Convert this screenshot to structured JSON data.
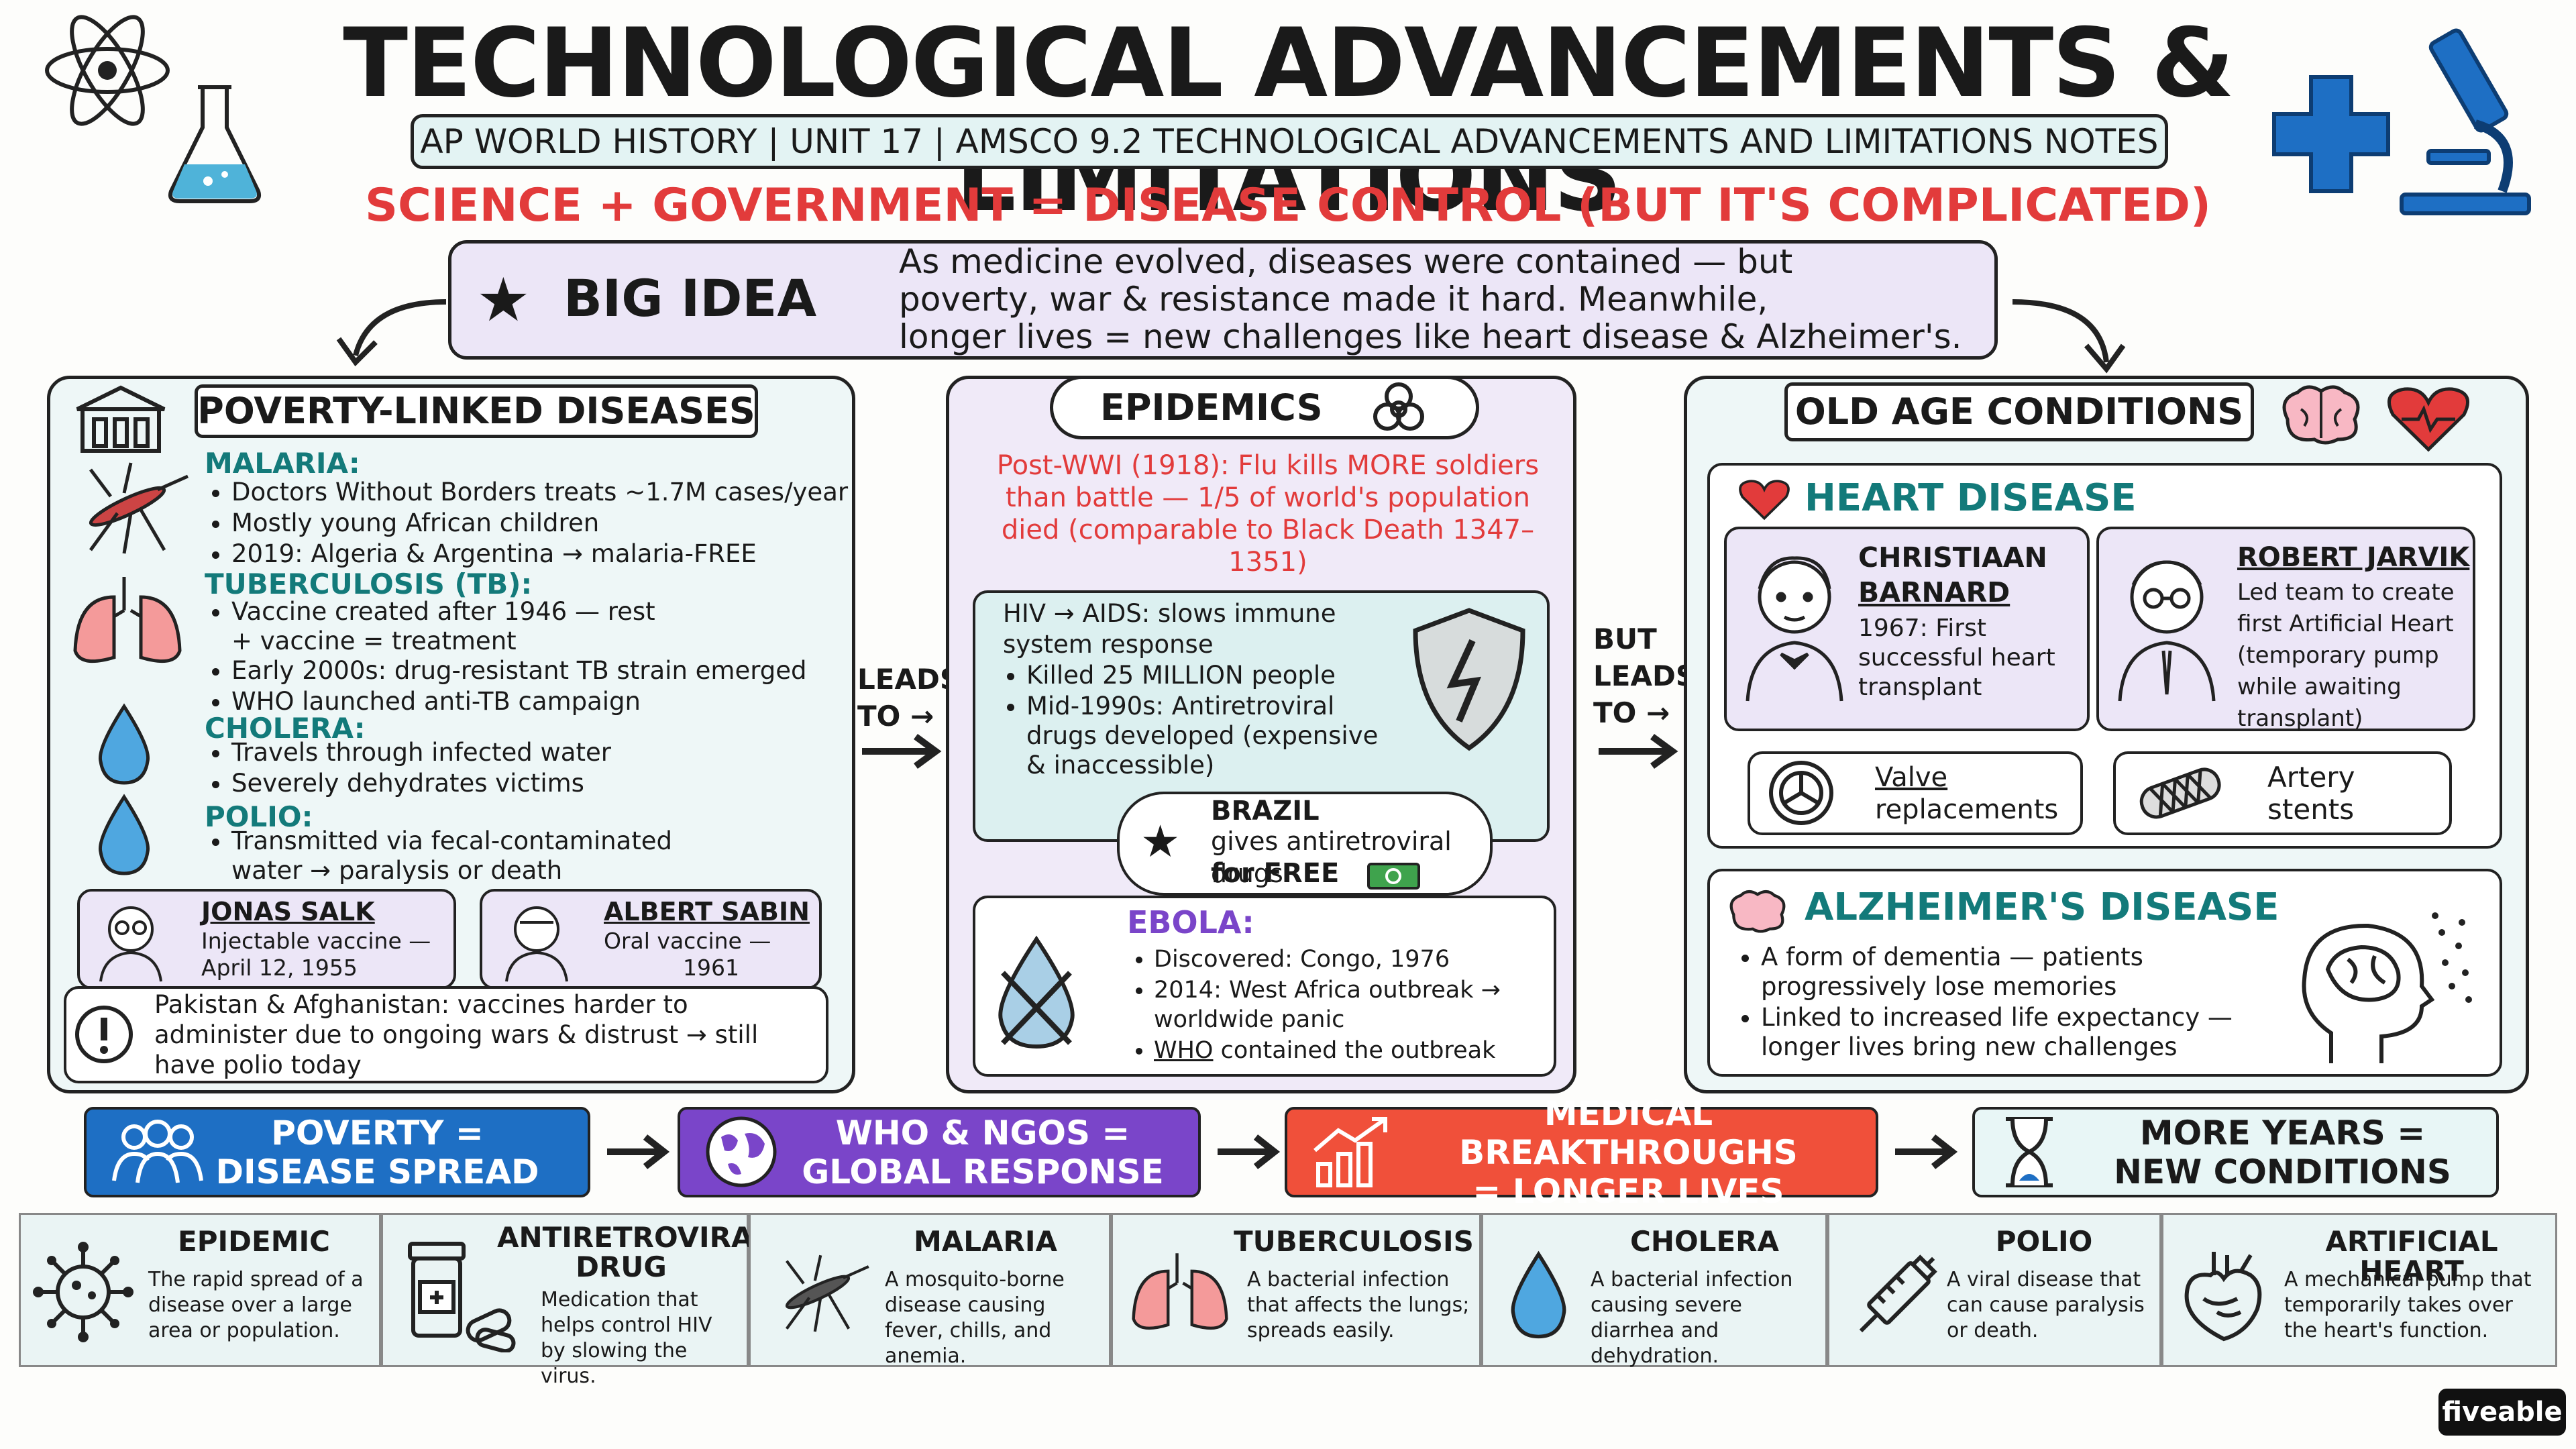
{
  "header": {
    "title": "TECHNOLOGICAL ADVANCEMENTS & LIMITATIONS",
    "subtitle": "AP WORLD HISTORY | UNIT 17 | AMSCO 9.2 TECHNOLOGICAL ADVANCEMENTS AND LIMITATIONS NOTES",
    "tagline": "SCIENCE + GOVERNMENT = DISEASE CONTROL (BUT IT'S COMPLICATED)"
  },
  "big_idea": {
    "label": "BIG IDEA",
    "line1": "As medicine evolved, diseases were contained — but",
    "line2": "poverty, war & resistance made it hard. Meanwhile,",
    "line3": "longer lives = new challenges like heart disease & Alzheimer's."
  },
  "poverty": {
    "title": "POVERTY-LINKED DISEASES",
    "malaria": {
      "name": "MALARIA:",
      "bullets": [
        "Doctors Without Borders treats ~1.7M cases/year",
        "Mostly young African children",
        "2019: Algeria & Argentina → malaria-FREE"
      ]
    },
    "tb": {
      "name": "TUBERCULOSIS (TB):",
      "bullets": [
        "Vaccine created after 1946 — rest + vaccine = treatment",
        "Early 2000s: drug-resistant TB strain emerged",
        "WHO launched anti-TB campaign"
      ]
    },
    "cholera": {
      "name": "CHOLERA:",
      "bullets": [
        "Travels through infected water",
        "Severely dehydrates victims"
      ]
    },
    "polio": {
      "name": "POLIO:",
      "bullets": [
        "Transmitted via fecal-contaminated water → paralysis or death"
      ]
    },
    "salk": {
      "name": "JONAS SALK",
      "desc1": "Injectable vaccine —",
      "desc2": "April 12, 1955"
    },
    "sabin": {
      "name": "ALBERT SABIN",
      "desc1": "Oral vaccine —",
      "desc2": "1961"
    },
    "warning": "Pakistan & Afghanistan: vaccines harder to administer due to ongoing wars & distrust → still have polio today"
  },
  "connector1": {
    "line1": "LEADS",
    "line2": "TO →"
  },
  "connector2": {
    "line1": "BUT",
    "line2": "LEADS",
    "line3": "TO →"
  },
  "epidemics": {
    "title": "EPIDEMICS",
    "flu": "Post-WWI (1918): Flu kills MORE soldiers than battle — 1/5 of world's population died (comparable to Black Death 1347–1351)",
    "hiv_head": "HIV → AIDS: slows immune system response",
    "hiv_bullets": [
      "Killed 25 MILLION people",
      "Mid-1990s: Antiretroviral drugs developed (expensive & inaccessible)"
    ],
    "brazil": {
      "bold": "BRAZIL",
      "rest": "gives antiretroviral drugs",
      "free": "for FREE"
    },
    "ebola": {
      "name": "EBOLA:",
      "bullets": [
        "Discovered: Congo, 1976",
        "2014: West Africa outbreak → worldwide panic"
      ],
      "who": "WHO",
      "who_rest": "contained the outbreak"
    }
  },
  "oldage": {
    "title": "OLD AGE CONDITIONS",
    "heart": {
      "title": "HEART DISEASE",
      "barnard": {
        "name1": "CHRISTIAAN",
        "name2": "BARNARD",
        "desc": "1967: First successful heart transplant"
      },
      "jarvik": {
        "name": "ROBERT JARVIK",
        "desc": "Led team to create first Artificial Heart (temporary pump while awaiting transplant)"
      },
      "valve1": "Valve",
      "valve2": "replacements",
      "stent1": "Artery",
      "stent2": "stents"
    },
    "alz": {
      "title": "ALZHEIMER'S DISEASE",
      "bullets": [
        "A form of dementia — patients progressively lose memories",
        "Linked to increased life expectancy — longer lives bring new challenges"
      ]
    }
  },
  "flow": [
    {
      "line1": "POVERTY =",
      "line2": "DISEASE SPREAD",
      "color": "#1e6fc4"
    },
    {
      "line1": "WHO & NGOS =",
      "line2": "GLOBAL RESPONSE",
      "color": "#7a45c9"
    },
    {
      "line1": "MEDICAL BREAKTHROUGHS",
      "line2": "= LONGER LIVES",
      "color": "#f0503a"
    },
    {
      "line1": "MORE YEARS =",
      "line2": "NEW CONDITIONS",
      "color": "#e8f6f6"
    }
  ],
  "glossary": [
    {
      "term": "EPIDEMIC",
      "def": "The rapid spread of a disease over a large area or population."
    },
    {
      "term": "ANTIRETROVIRAL DRUG",
      "def": "Medication that helps control HIV by slowing the virus."
    },
    {
      "term": "MALARIA",
      "def": "A mosquito-borne disease causing fever, chills, and anemia."
    },
    {
      "term": "TUBERCULOSIS",
      "def": "A bacterial infection that affects the lungs; spreads easily."
    },
    {
      "term": "CHOLERA",
      "def": "A bacterial infection causing severe diarrhea and dehydration."
    },
    {
      "term": "POLIO",
      "def": "A viral disease that can cause paralysis or death."
    },
    {
      "term": "ARTIFICIAL HEART",
      "def": "A mechanical pump that temporarily takes over the heart's function."
    }
  ],
  "brand": "fiveable"
}
